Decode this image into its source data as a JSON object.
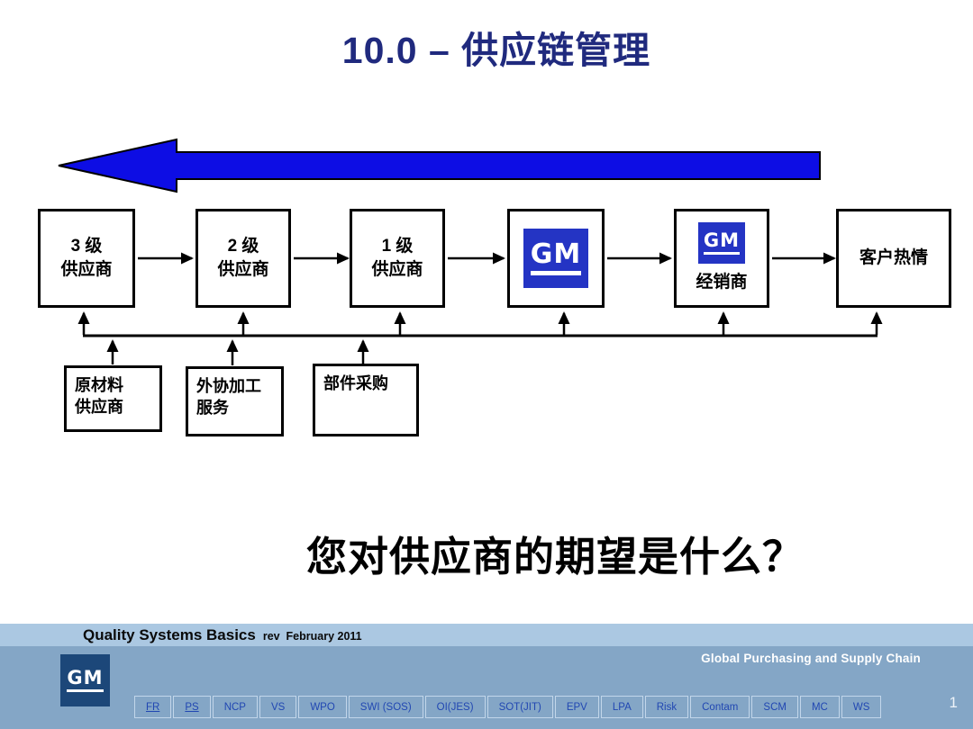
{
  "slide": {
    "title": "10.0 – 供应链管理",
    "question": "您对供应商的期望是什么？"
  },
  "diagram": {
    "flow_direction": "right-to-left",
    "chain": [
      {
        "line1": "3 级",
        "line2": "供应商"
      },
      {
        "line1": "2 级",
        "line2": "供应商"
      },
      {
        "line1": "1 级",
        "line2": "供应商"
      },
      {
        "logo": "GM"
      },
      {
        "logo": "GM",
        "label": "经销商"
      },
      {
        "label": "客户热情"
      }
    ],
    "feeders": [
      {
        "line1": "原材料",
        "line2": "供应商"
      },
      {
        "line1": "外协加工",
        "line2": "服务"
      },
      {
        "line1": "部件采购",
        "line2": ""
      }
    ]
  },
  "footer": {
    "deck_title": "Quality Systems Basics",
    "revision": "rev  February 2011",
    "org": "Global Purchasing and Supply Chain",
    "gm_logo": "GM",
    "page_number": "1",
    "nav": [
      {
        "label": "FR"
      },
      {
        "label": "PS"
      },
      {
        "label": "NCP"
      },
      {
        "label": "VS"
      },
      {
        "label": "WPO"
      },
      {
        "label": "SWI (SOS)"
      },
      {
        "label": "OI(JES)"
      },
      {
        "label": "SOT(JIT)"
      },
      {
        "label": "EPV"
      },
      {
        "label": "LPA"
      },
      {
        "label": "Risk"
      },
      {
        "label": "Contam"
      },
      {
        "label": "SCM"
      },
      {
        "label": "MC"
      },
      {
        "label": "WS"
      }
    ]
  },
  "colors": {
    "title": "#202a7e",
    "flow_arrow_fill": "#0d0de4",
    "gm_logo_blue": "#2434c4",
    "footer_gm_blue": "#1c4779",
    "footer_strip_bg": "#abc8e2",
    "footer_bar_bg": "#84a6c6",
    "nav_text": "#2147b2"
  }
}
